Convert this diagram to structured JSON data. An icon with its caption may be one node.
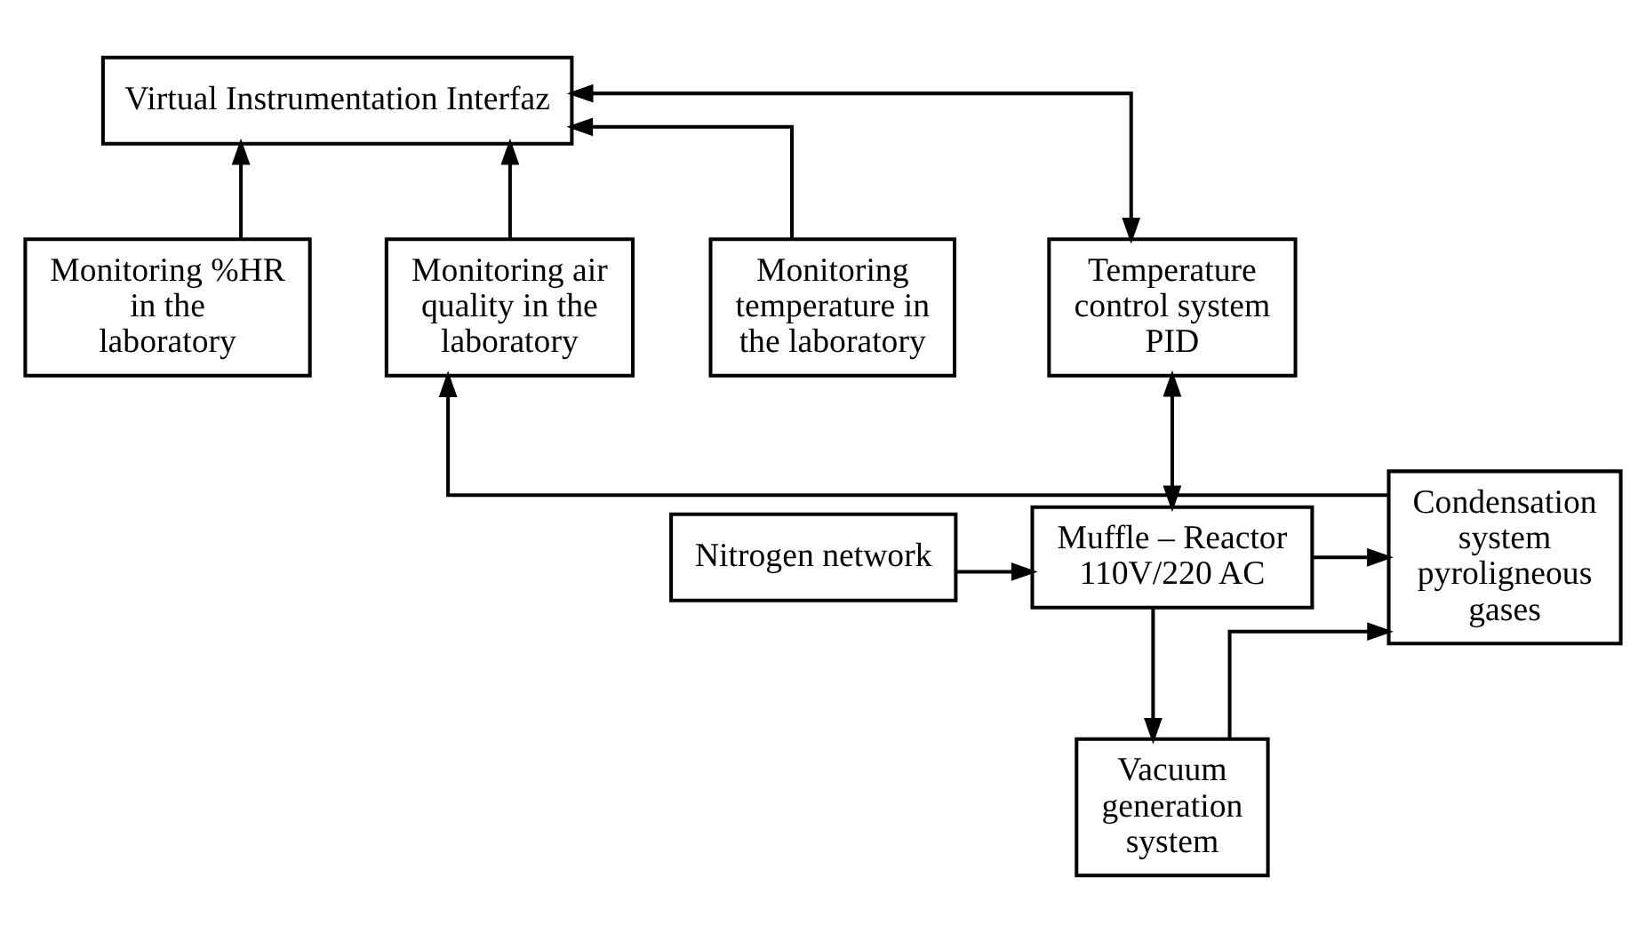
{
  "diagram": {
    "nodes": [
      {
        "text": [
          "Virtual Instrumentation Interfaz"
        ]
      },
      {
        "text": [
          "Monitoring temperature in the laboratory"
        ]
      },
      {
        "text": [
          "Temperature control system PID"
        ]
      },
      {
        "text": [
          "Monitoring %HR in the laboratory"
        ]
      },
      {
        "text": [
          "Monitoring air quality in the laboratory"
        ]
      },
      {
        "text": [
          "Nitrogen network"
        ]
      },
      {
        "text": [
          "Muffle – Reactor 110V/220 AC"
        ]
      },
      {
        "text": [
          "Condensation system pyroligneous gases"
        ]
      },
      {
        "text": [
          "Vacuum generation system"
        ]
      }
    ],
    "edges": [
      {
        "from": 1,
        "to": 0,
        "arrow": "to"
      },
      {
        "from": 2,
        "to": 0,
        "arrow": "both"
      },
      {
        "from": 3,
        "to": 0,
        "arrow": "to"
      },
      {
        "from": 4,
        "to": 0,
        "arrow": "to"
      },
      {
        "from": 2,
        "to": 6,
        "arrow": "both"
      },
      {
        "from": 5,
        "to": 6,
        "arrow": "to"
      },
      {
        "from": 6,
        "to": 7,
        "arrow": "to"
      },
      {
        "from": 6,
        "to": 8,
        "arrow": "to"
      },
      {
        "from": 8,
        "to": 7,
        "arrow": "to"
      },
      {
        "from": 7,
        "to": 4,
        "arrow": "to"
      }
    ]
  }
}
